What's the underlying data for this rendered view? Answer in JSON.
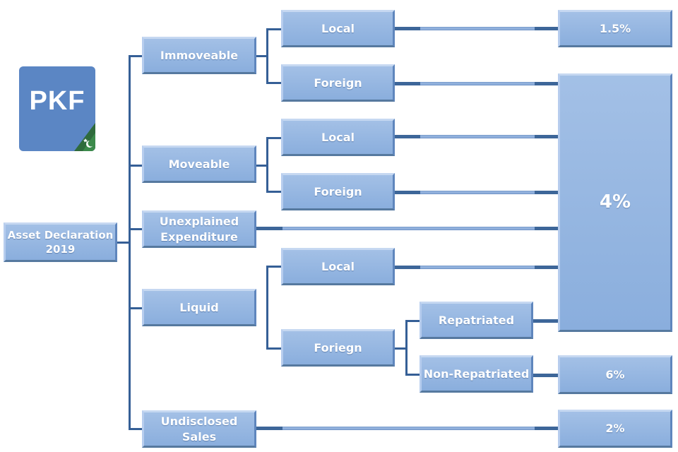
{
  "logo": {
    "text": "PKF",
    "flag_icon": "pakistan-flag-icon",
    "color": "#5b86c4"
  },
  "root": {
    "label": "Asset Declaration\n2019"
  },
  "categories": {
    "immoveable": "Immoveable",
    "moveable": "Moveable",
    "unexplained": "Unexplained\nExpenditure",
    "liquid": "Liquid",
    "undisclosed": "Undisclosed Sales"
  },
  "sub": {
    "immoveable_local": "Local",
    "immoveable_foreign": "Foreign",
    "moveable_local": "Local",
    "moveable_foreign": "Foreign",
    "liquid_local": "Local",
    "liquid_foreign": "Foriegn"
  },
  "liquid_foreign_sub": {
    "repatriated": "Repatriated",
    "non_repatriated": "Non-Repatriated"
  },
  "rates": {
    "r_1_5": "1.5%",
    "r_4": "4%",
    "r_6": "6%",
    "r_2": "2%"
  },
  "colors": {
    "box": "#9ab9e3",
    "connector": "#355f96",
    "text": "#ffffff"
  }
}
